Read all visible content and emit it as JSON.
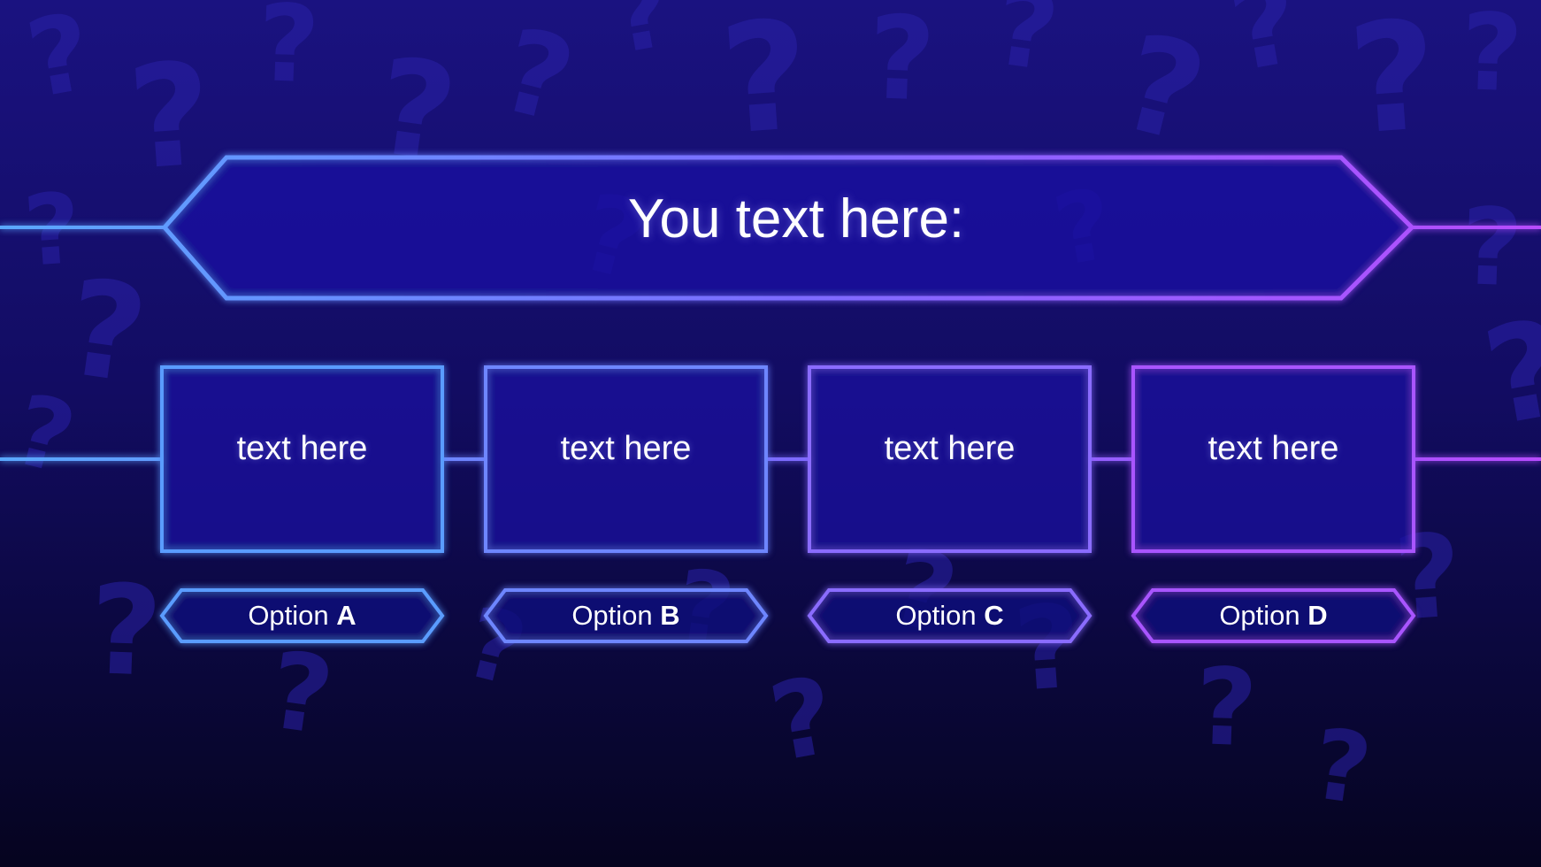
{
  "question": {
    "text": "You text here:"
  },
  "options": [
    {
      "card_text": "text here",
      "label": "Option",
      "letter": "A",
      "color": "#5a9cff"
    },
    {
      "card_text": "text here",
      "label": "Option",
      "letter": "B",
      "color": "#6e86ff"
    },
    {
      "card_text": "text here",
      "label": "Option",
      "letter": "C",
      "color": "#8a6cff"
    },
    {
      "card_text": "text here",
      "label": "Option",
      "letter": "D",
      "color": "#a955ff"
    }
  ],
  "colors": {
    "background_top": "#1a1280",
    "background_bottom": "#05041f",
    "neon_left": "#5aa8ff",
    "neon_right": "#b64cff",
    "question_mark_pattern": "#2a22a8"
  },
  "decoration": {
    "pattern_glyph": "?"
  }
}
